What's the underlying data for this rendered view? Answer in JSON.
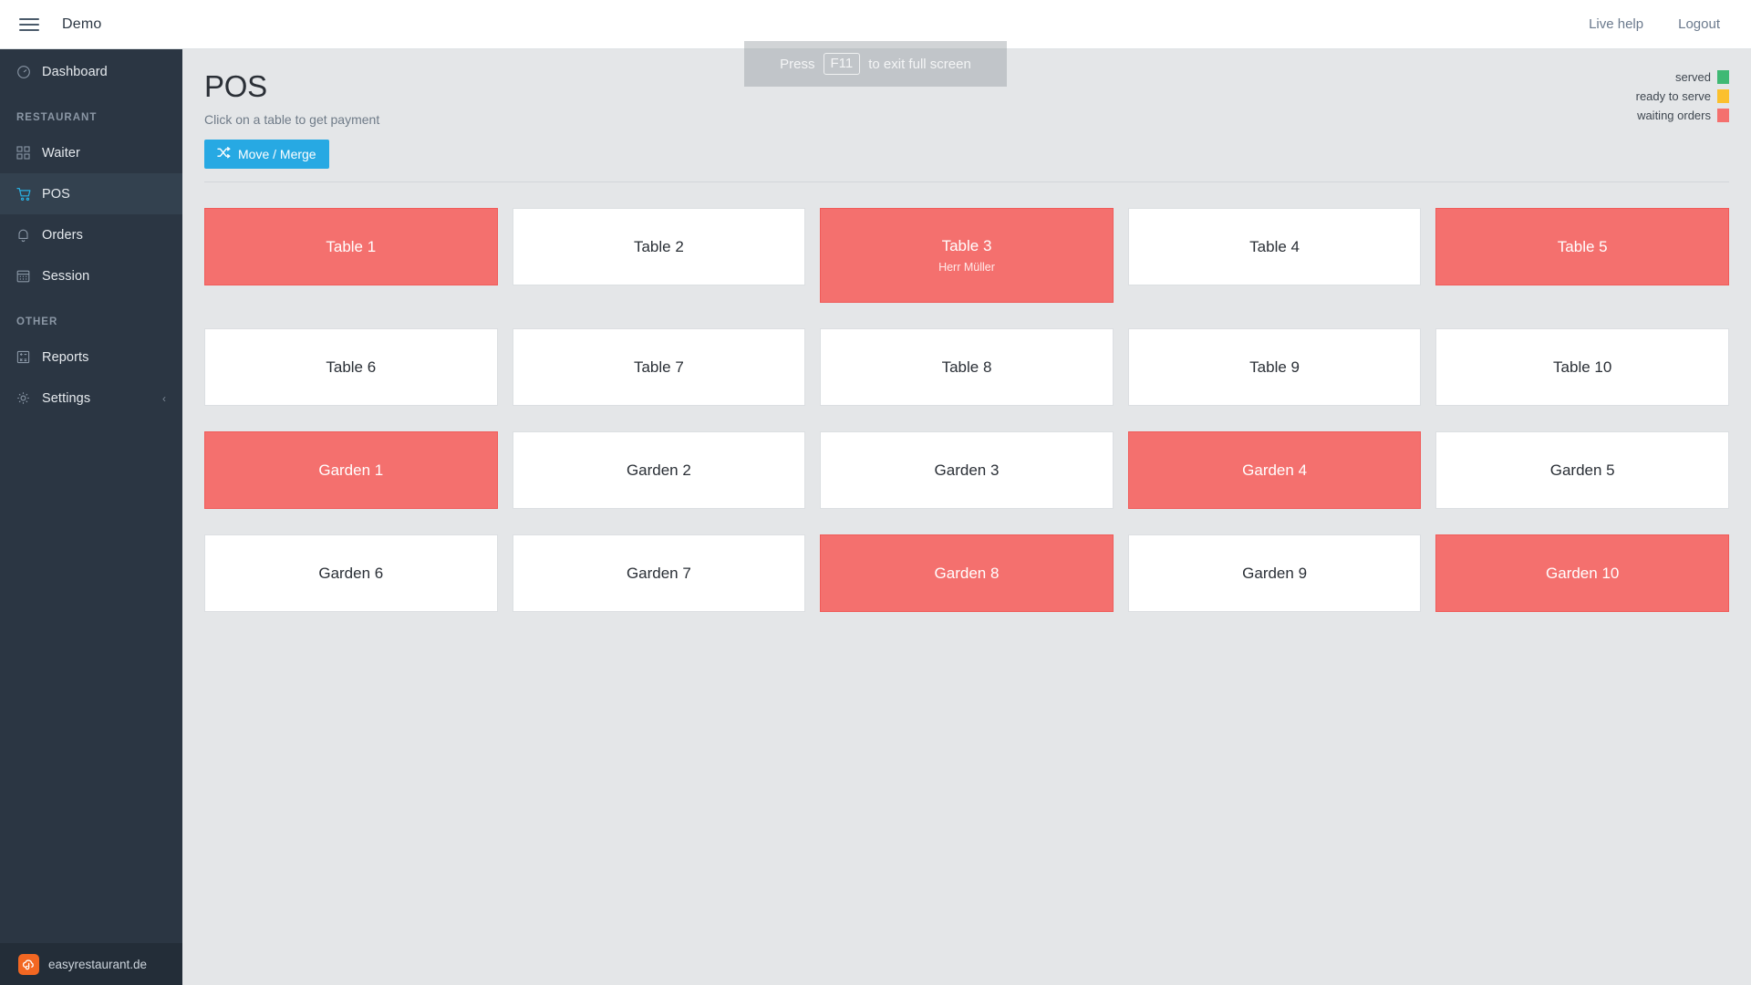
{
  "topbar": {
    "menu_icon": "hamburger-icon",
    "brand": "Demo",
    "live_help": "Live help",
    "logout": "Logout"
  },
  "fullscreen_hint": {
    "prefix": "Press",
    "key": "F11",
    "suffix": "to exit full screen"
  },
  "sidebar": {
    "items": [
      {
        "label": "Dashboard",
        "icon": "gauge-icon",
        "active": false
      },
      {
        "label": "Waiter",
        "icon": "grid-icon",
        "active": false
      },
      {
        "label": "POS",
        "icon": "cart-icon",
        "active": true
      },
      {
        "label": "Orders",
        "icon": "bell-icon",
        "active": false
      },
      {
        "label": "Session",
        "icon": "calendar-icon",
        "active": false
      },
      {
        "label": "Reports",
        "icon": "calculator-icon",
        "active": false
      },
      {
        "label": "Settings",
        "icon": "gear-icon",
        "active": false
      }
    ],
    "heading_restaurant": "RESTAURANT",
    "heading_other": "OTHER",
    "settings_caret": "‹",
    "footer_text": "easyrestaurant.de",
    "footer_logo": "cloud-logo-icon"
  },
  "page": {
    "title": "POS",
    "subtitle": "Click on a table to get payment",
    "move_merge_label": "Move / Merge",
    "move_merge_icon": "shuffle-icon"
  },
  "legend": [
    {
      "label": "served",
      "color": "#3fb974"
    },
    {
      "label": "ready to serve",
      "color": "#fbc02d"
    },
    {
      "label": "waiting orders",
      "color": "#f4706e"
    }
  ],
  "tables": [
    {
      "name": "Table 1",
      "status": "waiting",
      "customer": ""
    },
    {
      "name": "Table 2",
      "status": "free",
      "customer": ""
    },
    {
      "name": "Table 3",
      "status": "waiting",
      "customer": "Herr Müller"
    },
    {
      "name": "Table 4",
      "status": "free",
      "customer": ""
    },
    {
      "name": "Table 5",
      "status": "waiting",
      "customer": ""
    },
    {
      "name": "Table 6",
      "status": "free",
      "customer": ""
    },
    {
      "name": "Table 7",
      "status": "free",
      "customer": ""
    },
    {
      "name": "Table 8",
      "status": "free",
      "customer": ""
    },
    {
      "name": "Table 9",
      "status": "free",
      "customer": ""
    },
    {
      "name": "Table 10",
      "status": "free",
      "customer": ""
    },
    {
      "name": "Garden 1",
      "status": "waiting",
      "customer": ""
    },
    {
      "name": "Garden 2",
      "status": "free",
      "customer": ""
    },
    {
      "name": "Garden 3",
      "status": "free",
      "customer": ""
    },
    {
      "name": "Garden 4",
      "status": "waiting",
      "customer": ""
    },
    {
      "name": "Garden 5",
      "status": "free",
      "customer": ""
    },
    {
      "name": "Garden 6",
      "status": "free",
      "customer": ""
    },
    {
      "name": "Garden 7",
      "status": "free",
      "customer": ""
    },
    {
      "name": "Garden 8",
      "status": "waiting",
      "customer": ""
    },
    {
      "name": "Garden 9",
      "status": "free",
      "customer": ""
    },
    {
      "name": "Garden 10",
      "status": "waiting",
      "customer": ""
    }
  ]
}
